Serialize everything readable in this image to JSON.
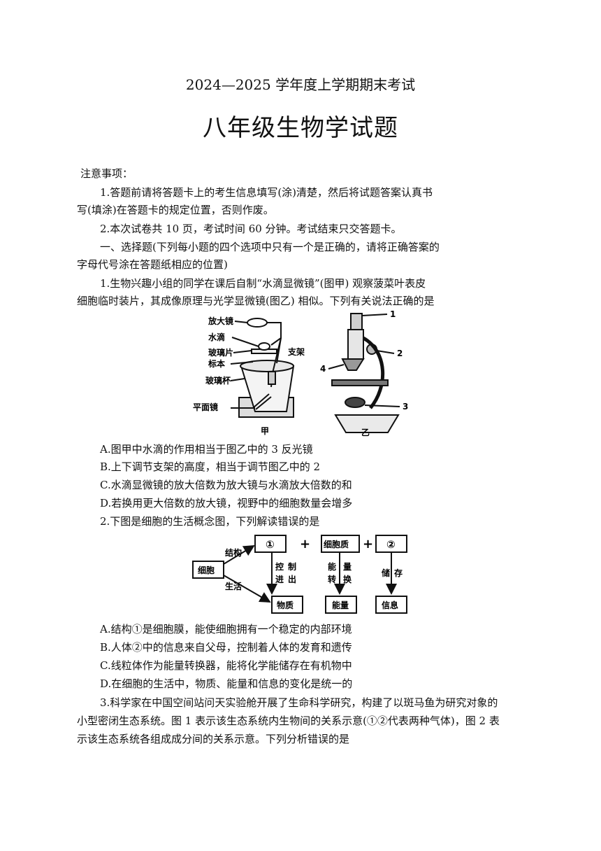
{
  "header": {
    "exam_title": "2024—2025 学年度上学期期末考试",
    "subject_title": "八年级生物学试题"
  },
  "notice": {
    "heading": "注意事项：",
    "item1_line1": "1.答题前请将答题卡上的考生信息填写(涂)清楚，然后将试题答案认真书",
    "item1_line2": "写(填涂)在答题卡的规定位置，否则作废。",
    "item2": "2.本次试卷共 10 页，考试时间  60 分钟。考试结束只交答题卡。"
  },
  "section1": {
    "line1": "一、选择题(下列每小题的四个选项中只有一个是正确的，请将正确答案的",
    "line2": "字母代号涂在答题纸相应的位置)"
  },
  "q1": {
    "stem_line1": "1.生物兴趣小组的同学在课后自制“水滴显微镜”(图甲) 观察菠菜叶表皮",
    "stem_line2": "细胞临时装片，其成像原理与光学显微镜(图乙) 相似。下列有关说法正确的是",
    "figure": {
      "jia_labels": {
        "magnifier": "放大镜",
        "water_drop": "水滴",
        "glass_slide": "玻璃片",
        "specimen": "标本",
        "stand": "支架",
        "glass_cup": "玻璃杯",
        "flat_mirror": "平面镜",
        "caption": "甲"
      },
      "yi_labels": {
        "n1": "1",
        "n2": "2",
        "n3": "3",
        "n4": "4",
        "caption": "乙"
      }
    },
    "options": {
      "A": "A.图甲中水滴的作用相当于图乙中的 3 反光镜",
      "B": "B.上下调节支架的高度，相当于调节图乙中的 2",
      "C": "C.水滴显微镜的放大倍数为放大镜与水滴放大倍数的和",
      "D": "D.若换用更大倍数的放大镜，视野中的细胞数量会增多"
    }
  },
  "q2": {
    "stem": "2.下图是细胞的生活概念图，下列解读错误的是",
    "diagram": {
      "cell": "细胞",
      "structure": "结构",
      "life": "生活",
      "box1": "①",
      "cytoplasm": "细胞质",
      "box2": "②",
      "plus1": "+",
      "plus2": "+",
      "control_1": "控",
      "control_2": "制",
      "in_out_1": "进",
      "in_out_2": "出",
      "energy_1": "能",
      "energy_2": "量",
      "convert_1": "转",
      "convert_2": "换",
      "store_1": "储",
      "store_2": "存",
      "matter": "物质",
      "energy": "能量",
      "info": "信息"
    },
    "options": {
      "A": "A.结构①是细胞膜，能使细胞拥有一个稳定的内部环境",
      "B": "B.人体②中的信息来自父母，控制着人体的发育和遗传",
      "C": "C.线粒体作为能量转换器，能将化学能储存在有机物中",
      "D": "D.在细胞的生活中，物质、能量和信息的变化是统一的"
    }
  },
  "q3": {
    "line1": "3.科学家在中国空间站问天实验舱开展了生命科学研究，构建了以斑马鱼为研究对象的",
    "line2": "小型密闭生态系统。图 1 表示该生态系统内生物间的关系示意(①②代表两种气体)，图 2 表",
    "line3": "示该生态系统各组成成分间的关系示意。下列分析错误的是"
  }
}
